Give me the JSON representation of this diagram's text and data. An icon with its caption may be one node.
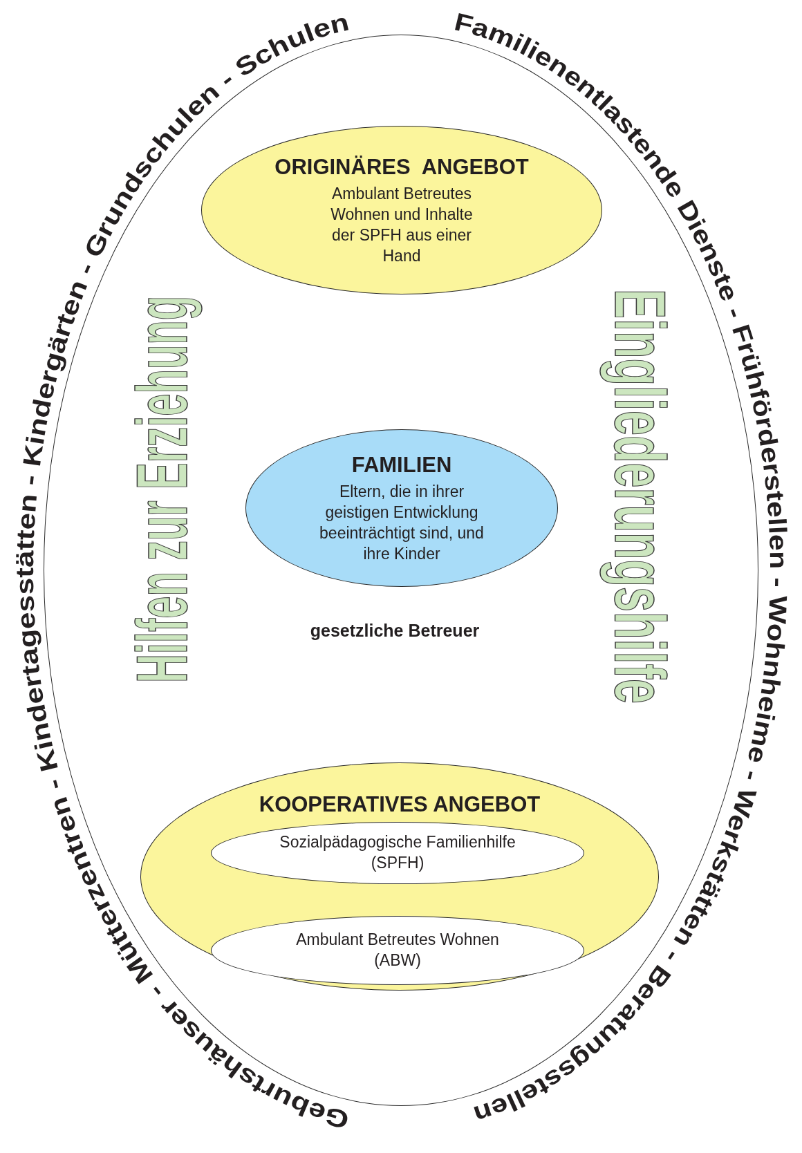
{
  "diagram": {
    "nodes": [
      {
        "text": [
          "Geburtshäuser - Mütterzentren - Kindertagesstätten - Kindergärten - Grundschulen - Schulen",
          "Familienentlastende Dienste - Frühförderstellen - Wohnheime - Werkstätten - Beratungsstellen"
        ]
      },
      {
        "text": [
          "ORIGINÄRES  ANGEBOT",
          "Ambulant Betreutes Wohnen und Inhalte der SPFH aus einer Hand"
        ],
        "in": 0
      },
      {
        "text": [
          "FAMILIEN",
          "Eltern, die in ihrer geistigen Entwicklung beeinträchtigt sind, und ihre Kinder"
        ],
        "in": 0
      },
      {
        "text": [
          "KOOPERATIVES ANGEBOT"
        ],
        "in": 0
      },
      {
        "text": [
          "Sozialpädagogische Familienhilfe (SPFH)"
        ],
        "in": 3
      },
      {
        "text": [
          "Ambulant Betreutes Wohnen (ABW)"
        ],
        "in": 3
      }
    ],
    "labels": [
      "Hilfen zur Erziehung",
      "Eingliederungshilfe",
      "gesetzliche Betreuer"
    ]
  }
}
